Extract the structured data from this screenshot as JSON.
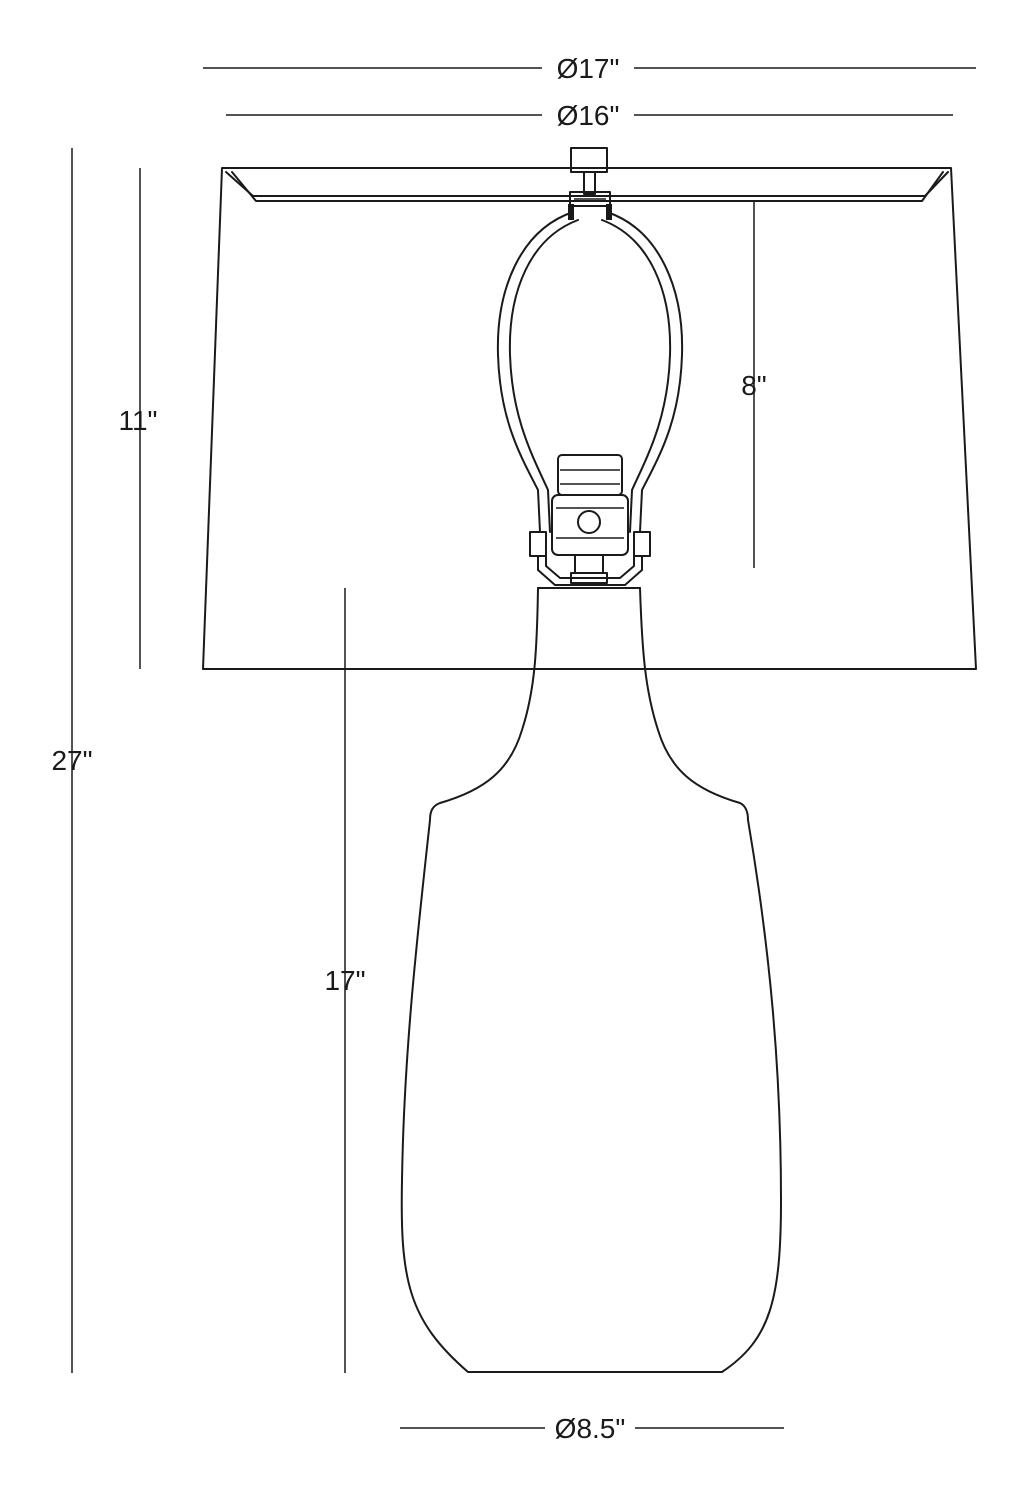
{
  "dimensions": {
    "overall_shade_top_diameter": "Ø17\"",
    "shade_bottom_diameter": "Ø16\"",
    "shade_height": "11\"",
    "harp_height": "8\"",
    "overall_height": "27\"",
    "base_height": "17\"",
    "base_diameter": "Ø8.5\""
  },
  "colors": {
    "line": "#1a1a1a",
    "background": "#ffffff"
  }
}
